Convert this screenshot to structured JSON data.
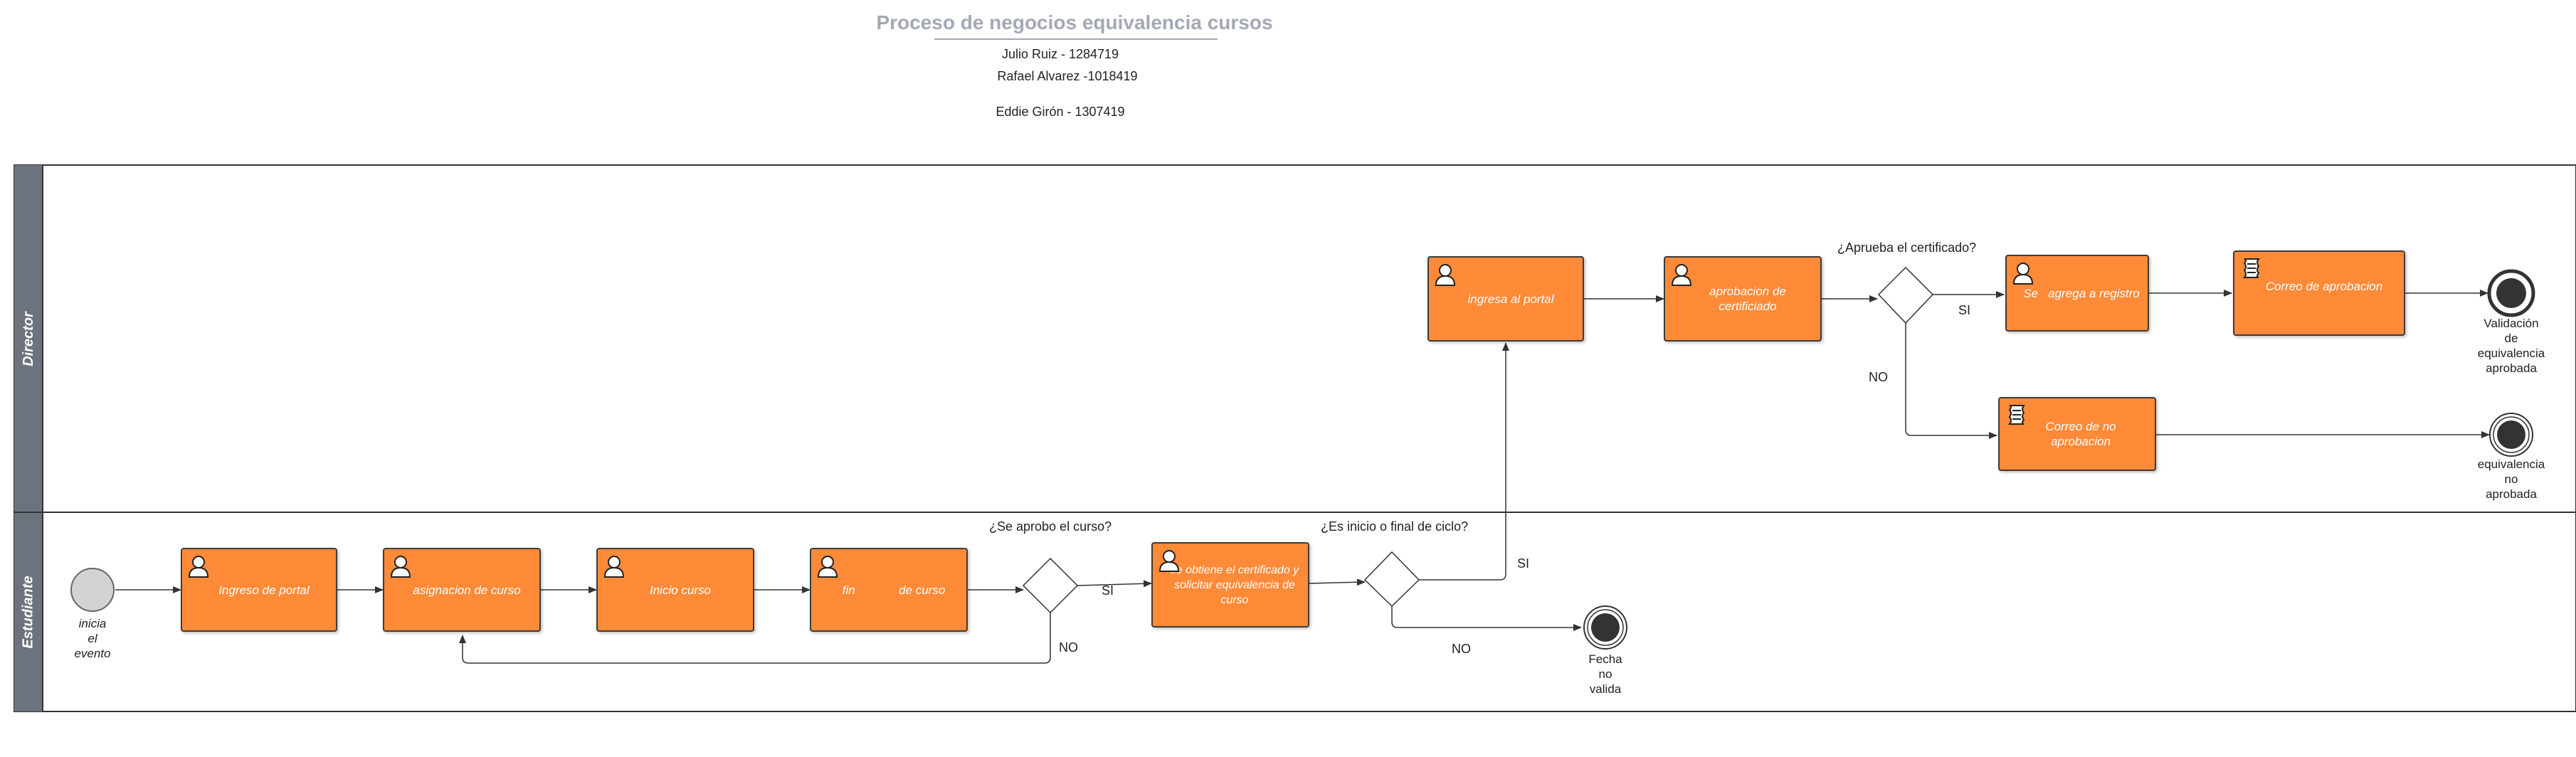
{
  "header": {
    "title": "Proceso de negocios equivalencia cursos",
    "authors": [
      "Julio Ruiz - 1284719",
      "Rafael Alvarez -1018419",
      "Eddie Girón - 1307419"
    ]
  },
  "lanes": [
    "Director",
    "Estudiante"
  ],
  "colors": {
    "task": "#ff8a38",
    "lane_header": "#6c737d",
    "title": "#a3a8b4"
  },
  "events": {
    "start": "inicia\nel\nevento",
    "end_approved": "Validación\nde\nequivalencia\naprobada",
    "end_not_approved": "equivalencia\nno\naprobada",
    "end_invalid": "Fecha\nno\nvalida"
  },
  "tasks": {
    "ingreso_portal": "Ingreso de portal",
    "asignacion": "asignacion de curso",
    "inicio": "Inicio curso",
    "fin": "fin             de curso",
    "certificado": "se obtiene el certificado y solicitar equivalencia de curso",
    "director_portal": "ingresa al portal",
    "aprobacion": "aprobacion de certificiado",
    "registro": "Se   agrega a registro",
    "correo_aprob": "Correo de aprobacion",
    "correo_no_aprob": "Correo de no aprobacion"
  },
  "task_icons": {
    "ingreso_portal": "user-icon",
    "asignacion": "user-icon",
    "inicio": "user-icon",
    "fin": "user-icon",
    "certificado": "user-icon",
    "director_portal": "user-icon",
    "aprobacion": "user-icon",
    "registro": "user-icon",
    "correo_aprob": "script-icon",
    "correo_no_aprob": "script-icon"
  },
  "gateways": {
    "q_aprobo": "¿Se aprobo el curso?",
    "q_ciclo": "¿Es inicio o final de ciclo?",
    "q_certificado": "¿Aprueba el certificado?"
  },
  "flow_labels": {
    "aprobo_si": "SI",
    "aprobo_no": "NO",
    "ciclo_si": "SI",
    "ciclo_no": "NO",
    "cert_si": "SI",
    "cert_no": "NO"
  }
}
